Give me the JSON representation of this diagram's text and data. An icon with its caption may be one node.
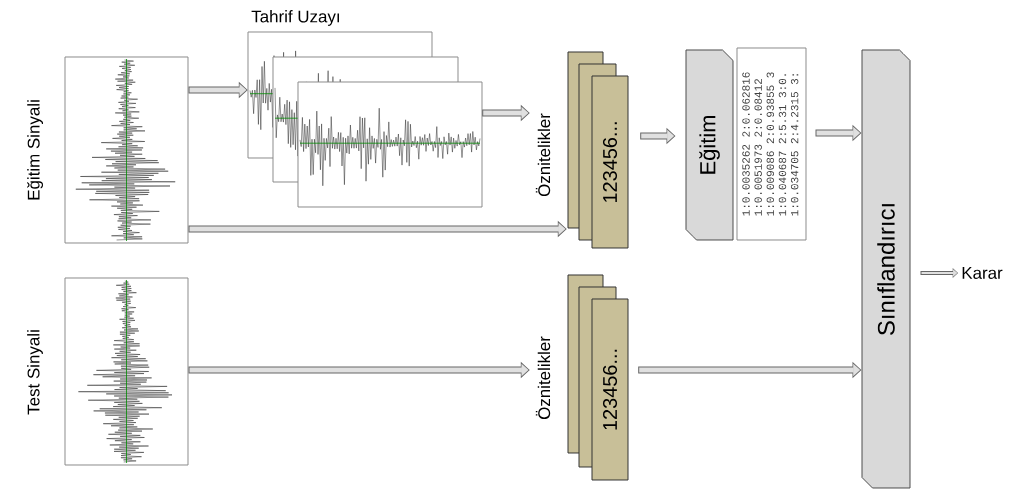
{
  "diagram": {
    "nodes": [
      {
        "text": [
          "Eğitim Sinyali"
        ]
      },
      {
        "text": [
          "Tahrif Uzayı"
        ]
      },
      {
        "text": [
          "Öznitelikler",
          "123456..."
        ]
      },
      {
        "text": [
          "Eğitim"
        ]
      },
      {
        "text": [
          "1:0.0035262 2:0.062816",
          "1:0.0051973 2:0.08412",
          "1:0.009086 2:0.93855 3",
          "1:0.040687 2:5.31 3:0.",
          "1:0.034705 2:4.2315 3:"
        ]
      },
      {
        "text": [
          "Test Sinyali"
        ]
      },
      {
        "text": [
          "Öznitelikler",
          "123456..."
        ]
      },
      {
        "text": [
          "Sınıflandırıcı"
        ]
      },
      {
        "text": [
          "Karar"
        ]
      }
    ],
    "edges": [
      {
        "from": 0,
        "to": 1,
        "arrow": "to"
      },
      {
        "from": 1,
        "to": 2,
        "arrow": "to"
      },
      {
        "from": 0,
        "to": 2,
        "arrow": "to"
      },
      {
        "from": 2,
        "to": 3,
        "arrow": "to"
      },
      {
        "from": 4,
        "to": 7,
        "arrow": "to"
      },
      {
        "from": 5,
        "to": 6,
        "arrow": "to"
      },
      {
        "from": 6,
        "to": 7,
        "arrow": "to"
      },
      {
        "from": 7,
        "to": 8,
        "arrow": "to"
      }
    ]
  }
}
